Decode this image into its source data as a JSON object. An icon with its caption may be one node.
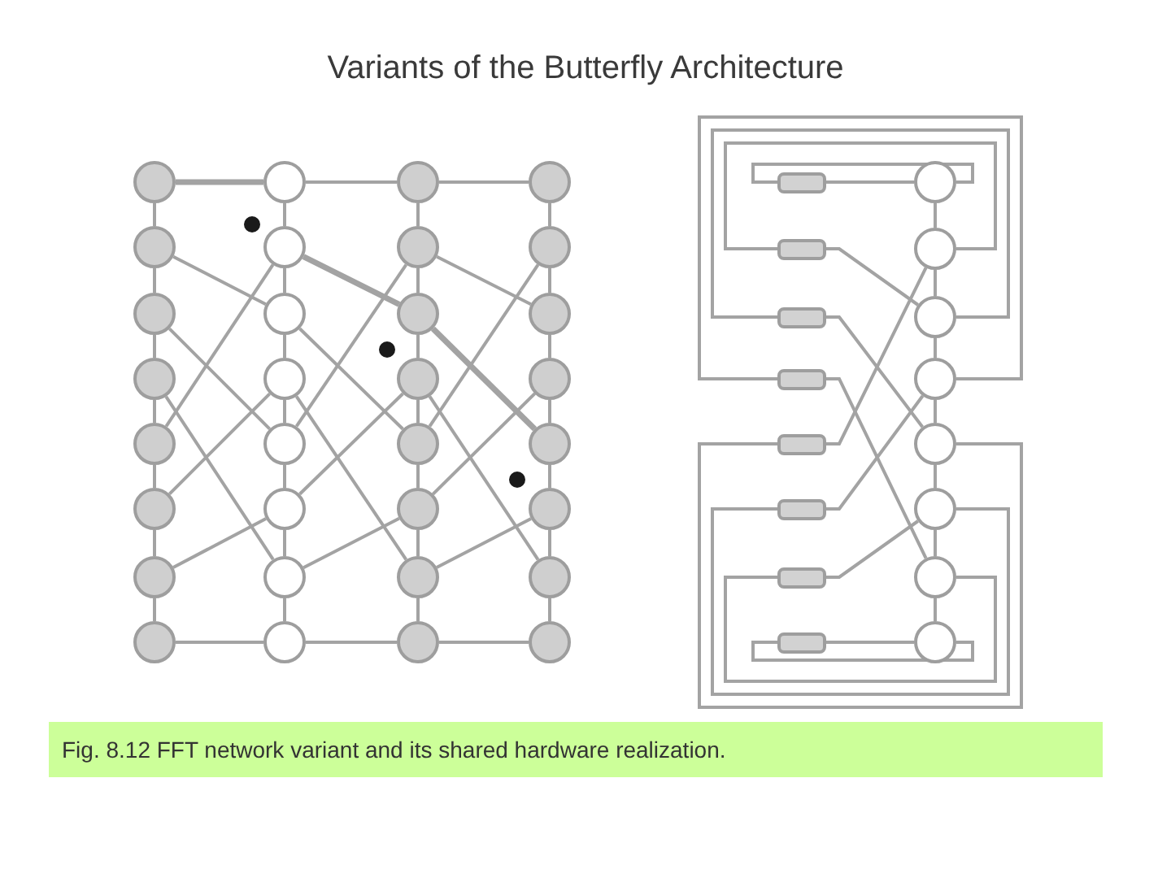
{
  "diagram": {
    "title": "Variants of the Butterfly Architecture",
    "caption": "Fig. 8.12 FFT network variant and its shared hardware realization.",
    "nodes": [
      {
        "text": [],
        "shape": "circle"
      },
      {
        "text": [],
        "shape": "circle"
      },
      {
        "text": [],
        "shape": "circle"
      },
      {
        "text": [],
        "shape": "circle"
      },
      {
        "text": [],
        "shape": "circle"
      },
      {
        "text": [],
        "shape": "circle"
      },
      {
        "text": [],
        "shape": "circle"
      },
      {
        "text": [],
        "shape": "circle"
      },
      {
        "text": [],
        "shape": "circle"
      },
      {
        "text": [],
        "shape": "circle"
      },
      {
        "text": [],
        "shape": "circle"
      },
      {
        "text": [],
        "shape": "circle"
      },
      {
        "text": [],
        "shape": "circle"
      },
      {
        "text": [],
        "shape": "circle"
      },
      {
        "text": [],
        "shape": "circle"
      },
      {
        "text": [],
        "shape": "circle"
      },
      {
        "text": [],
        "shape": "circle"
      },
      {
        "text": [],
        "shape": "circle"
      },
      {
        "text": [],
        "shape": "circle"
      },
      {
        "text": [],
        "shape": "circle"
      },
      {
        "text": [],
        "shape": "circle"
      },
      {
        "text": [],
        "shape": "circle"
      },
      {
        "text": [],
        "shape": "circle"
      },
      {
        "text": [],
        "shape": "circle"
      },
      {
        "text": [],
        "shape": "circle"
      },
      {
        "text": [],
        "shape": "circle"
      },
      {
        "text": [],
        "shape": "circle"
      },
      {
        "text": [],
        "shape": "circle"
      },
      {
        "text": [],
        "shape": "circle"
      },
      {
        "text": [],
        "shape": "circle"
      },
      {
        "text": [],
        "shape": "circle"
      },
      {
        "text": [],
        "shape": "circle"
      },
      {
        "text": [],
        "shape": "box"
      },
      {
        "text": [],
        "shape": "circle"
      },
      {
        "text": [],
        "shape": "box"
      },
      {
        "text": [],
        "shape": "circle"
      },
      {
        "text": [],
        "shape": "box"
      },
      {
        "text": [],
        "shape": "circle"
      },
      {
        "text": [],
        "shape": "box"
      },
      {
        "text": [],
        "shape": "circle"
      },
      {
        "text": [],
        "shape": "box"
      },
      {
        "text": [],
        "shape": "circle"
      },
      {
        "text": [],
        "shape": "box"
      },
      {
        "text": [],
        "shape": "circle"
      },
      {
        "text": [],
        "shape": "box"
      },
      {
        "text": [],
        "shape": "circle"
      },
      {
        "text": [],
        "shape": "box"
      },
      {
        "text": [],
        "shape": "circle"
      }
    ],
    "edges": [
      {
        "from": 0,
        "to": 1,
        "arrow": "none",
        "style": "thick"
      },
      {
        "from": 4,
        "to": 9,
        "arrow": "none"
      },
      {
        "from": 8,
        "to": 17,
        "arrow": "none"
      },
      {
        "from": 12,
        "to": 25,
        "arrow": "none"
      },
      {
        "from": 16,
        "to": 5,
        "arrow": "none"
      },
      {
        "from": 20,
        "to": 13,
        "arrow": "none"
      },
      {
        "from": 24,
        "to": 21,
        "arrow": "none"
      },
      {
        "from": 28,
        "to": 29,
        "arrow": "none"
      },
      {
        "from": 1,
        "to": 2,
        "arrow": "none"
      },
      {
        "from": 5,
        "to": 10,
        "arrow": "none",
        "style": "thick"
      },
      {
        "from": 9,
        "to": 18,
        "arrow": "none"
      },
      {
        "from": 13,
        "to": 26,
        "arrow": "none"
      },
      {
        "from": 17,
        "to": 6,
        "arrow": "none"
      },
      {
        "from": 21,
        "to": 14,
        "arrow": "none"
      },
      {
        "from": 25,
        "to": 22,
        "arrow": "none"
      },
      {
        "from": 29,
        "to": 30,
        "arrow": "none"
      },
      {
        "from": 2,
        "to": 3,
        "arrow": "none"
      },
      {
        "from": 6,
        "to": 11,
        "arrow": "none"
      },
      {
        "from": 10,
        "to": 19,
        "arrow": "none",
        "style": "thick"
      },
      {
        "from": 14,
        "to": 27,
        "arrow": "none"
      },
      {
        "from": 18,
        "to": 7,
        "arrow": "none"
      },
      {
        "from": 22,
        "to": 15,
        "arrow": "none"
      },
      {
        "from": 26,
        "to": 23,
        "arrow": "none"
      },
      {
        "from": 30,
        "to": 31,
        "arrow": "none"
      },
      {
        "from": 32,
        "to": 33,
        "arrow": "none"
      },
      {
        "from": 34,
        "to": 37,
        "arrow": "none"
      },
      {
        "from": 36,
        "to": 41,
        "arrow": "none"
      },
      {
        "from": 38,
        "to": 45,
        "arrow": "none"
      },
      {
        "from": 40,
        "to": 35,
        "arrow": "none"
      },
      {
        "from": 42,
        "to": 39,
        "arrow": "none"
      },
      {
        "from": 44,
        "to": 43,
        "arrow": "none"
      },
      {
        "from": 46,
        "to": 47,
        "arrow": "none"
      },
      {
        "from": 33,
        "to": 32,
        "arrow": "none"
      },
      {
        "from": 35,
        "to": 34,
        "arrow": "none"
      },
      {
        "from": 37,
        "to": 36,
        "arrow": "none"
      },
      {
        "from": 39,
        "to": 38,
        "arrow": "none"
      },
      {
        "from": 41,
        "to": 40,
        "arrow": "none"
      },
      {
        "from": 43,
        "to": 42,
        "arrow": "none"
      },
      {
        "from": 45,
        "to": 44,
        "arrow": "none"
      },
      {
        "from": 47,
        "to": 46,
        "arrow": "none"
      },
      {
        "from": 0,
        "to": 4,
        "arrow": "none"
      },
      {
        "from": 4,
        "to": 8,
        "arrow": "none"
      },
      {
        "from": 8,
        "to": 12,
        "arrow": "none"
      },
      {
        "from": 12,
        "to": 16,
        "arrow": "none"
      },
      {
        "from": 16,
        "to": 20,
        "arrow": "none"
      },
      {
        "from": 20,
        "to": 24,
        "arrow": "none"
      },
      {
        "from": 24,
        "to": 28,
        "arrow": "none"
      },
      {
        "from": 1,
        "to": 5,
        "arrow": "none"
      },
      {
        "from": 5,
        "to": 9,
        "arrow": "none"
      },
      {
        "from": 9,
        "to": 13,
        "arrow": "none"
      },
      {
        "from": 13,
        "to": 17,
        "arrow": "none"
      },
      {
        "from": 17,
        "to": 21,
        "arrow": "none"
      },
      {
        "from": 21,
        "to": 25,
        "arrow": "none"
      },
      {
        "from": 25,
        "to": 29,
        "arrow": "none"
      },
      {
        "from": 2,
        "to": 6,
        "arrow": "none"
      },
      {
        "from": 6,
        "to": 10,
        "arrow": "none"
      },
      {
        "from": 10,
        "to": 14,
        "arrow": "none"
      },
      {
        "from": 14,
        "to": 18,
        "arrow": "none"
      },
      {
        "from": 18,
        "to": 22,
        "arrow": "none"
      },
      {
        "from": 22,
        "to": 26,
        "arrow": "none"
      },
      {
        "from": 26,
        "to": 30,
        "arrow": "none"
      },
      {
        "from": 3,
        "to": 7,
        "arrow": "none"
      },
      {
        "from": 7,
        "to": 11,
        "arrow": "none"
      },
      {
        "from": 11,
        "to": 15,
        "arrow": "none"
      },
      {
        "from": 15,
        "to": 19,
        "arrow": "none"
      },
      {
        "from": 19,
        "to": 23,
        "arrow": "none"
      },
      {
        "from": 23,
        "to": 27,
        "arrow": "none"
      },
      {
        "from": 27,
        "to": 31,
        "arrow": "none"
      },
      {
        "from": 33,
        "to": 35,
        "arrow": "none"
      },
      {
        "from": 35,
        "to": 37,
        "arrow": "none"
      },
      {
        "from": 37,
        "to": 39,
        "arrow": "none"
      },
      {
        "from": 39,
        "to": 41,
        "arrow": "none"
      },
      {
        "from": 41,
        "to": 43,
        "arrow": "none"
      },
      {
        "from": 43,
        "to": 45,
        "arrow": "none"
      },
      {
        "from": 45,
        "to": 47,
        "arrow": "none"
      }
    ]
  }
}
